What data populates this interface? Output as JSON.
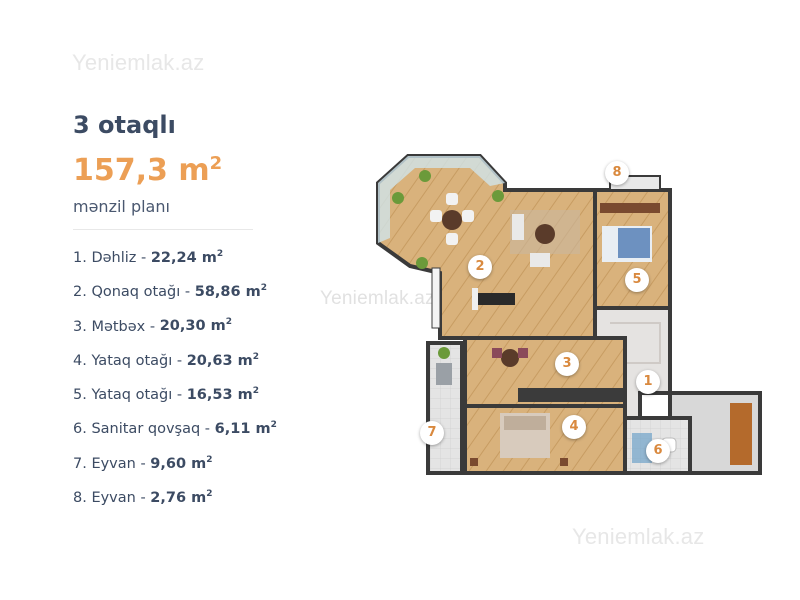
{
  "watermark": "Yeniemlak.az",
  "rooms_title": "3 otaqlı",
  "total_area": {
    "value": "157,3 m",
    "unit_sup": "2"
  },
  "plan_label": "mənzil planı",
  "rooms": [
    {
      "number": "1",
      "label": "1. Dəhliz - ",
      "area": "22,24 m",
      "sup": "2"
    },
    {
      "number": "2",
      "label": "2. Qonaq otağı - ",
      "area": "58,86 m",
      "sup": "2"
    },
    {
      "number": "3",
      "label": "3. Mətbəx - ",
      "area": "20,30 m",
      "sup": "2"
    },
    {
      "number": "4",
      "label": "4. Yataq otağı - ",
      "area": "20,63 m",
      "sup": "2"
    },
    {
      "number": "5",
      "label": "5. Yataq otağı - ",
      "area": "16,53 m",
      "sup": "2"
    },
    {
      "number": "6",
      "label": "6. Sanitar qovşaq - ",
      "area": "6,11 m",
      "sup": "2"
    },
    {
      "number": "7",
      "label": "7. Eyvan - ",
      "area": "9,60 m",
      "sup": "2"
    },
    {
      "number": "8",
      "label": "8. Eyvan - ",
      "area": "2,76 m",
      "sup": "2"
    }
  ],
  "colors": {
    "accent": "#ec9f55",
    "text": "#3c4b63",
    "wall": "#3a3a3a",
    "wood_floor": "#d7b07a",
    "tile_floor": "#dcdcdc"
  }
}
